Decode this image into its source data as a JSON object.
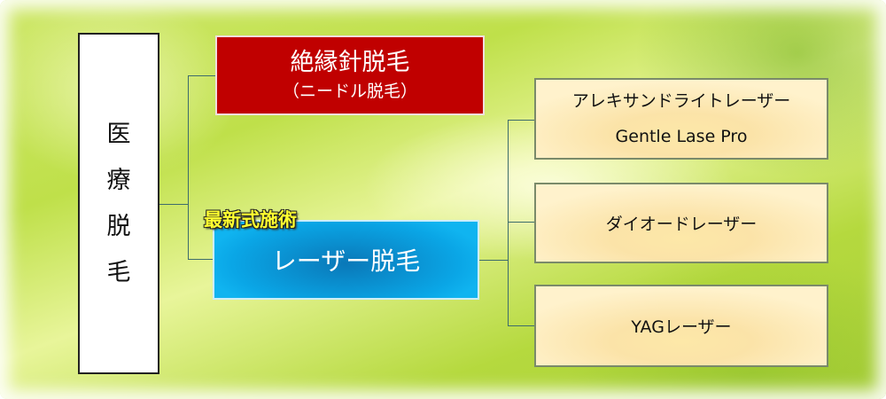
{
  "root": {
    "label": [
      "医",
      "療",
      "脱",
      "毛"
    ]
  },
  "branches": {
    "needle": {
      "title": "絶縁針脱毛",
      "subtitle": "（ニードル脱毛）",
      "color": "#c00000"
    },
    "laser": {
      "title": "レーザー脱毛",
      "badge": "最新式施術",
      "color": "#0aa6e6"
    }
  },
  "lasers": [
    {
      "name": "アレキサンドライトレーザー",
      "model": "Gentle Lase Pro"
    },
    {
      "name": "ダイオードレーザー"
    },
    {
      "name": "YAGレーザー"
    }
  ]
}
